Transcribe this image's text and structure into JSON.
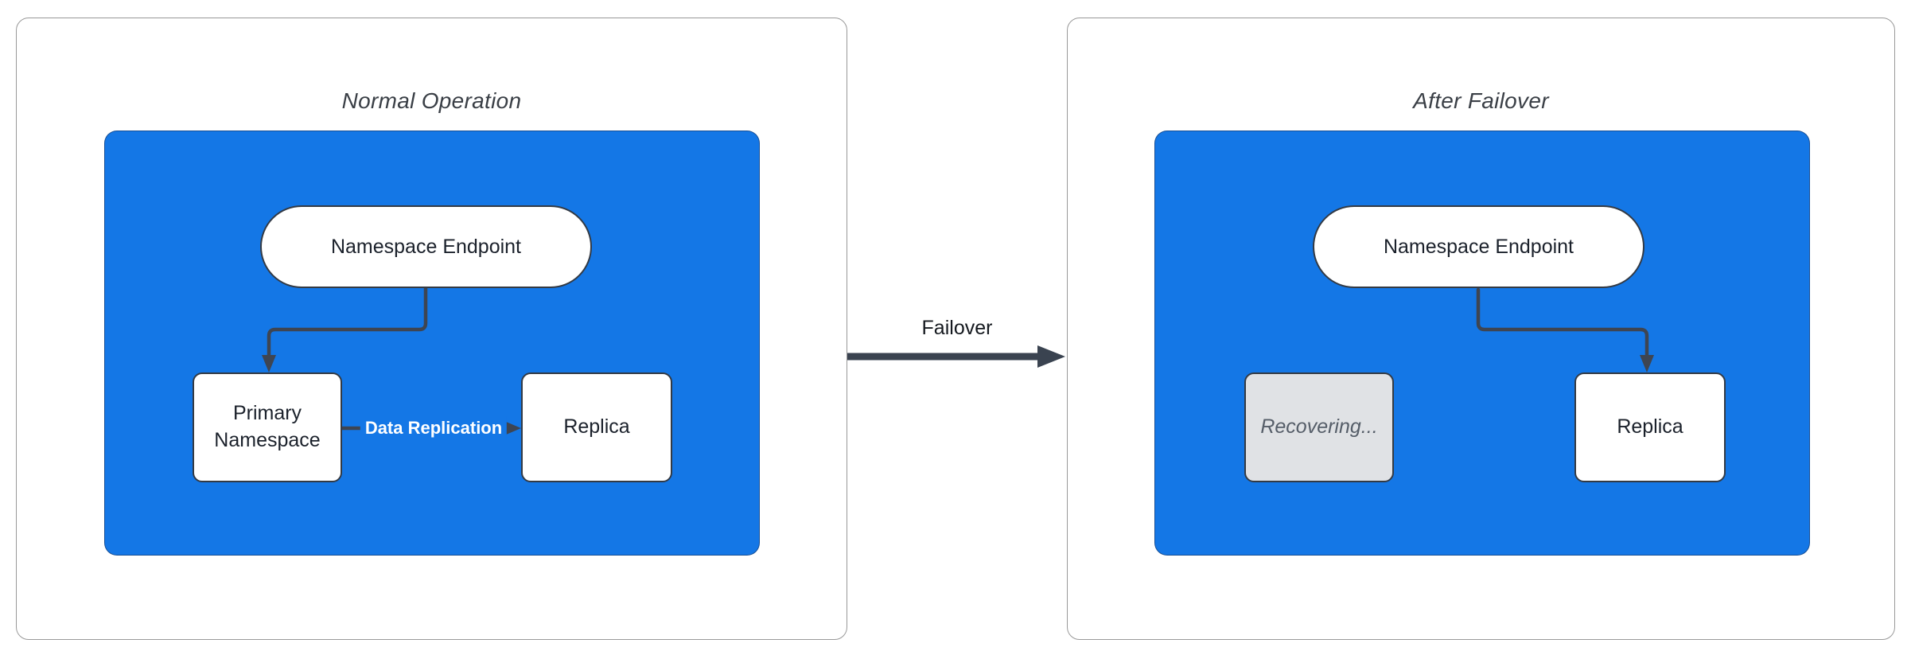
{
  "left_panel": {
    "title": "Normal Operation",
    "endpoint_label": "Namespace Endpoint",
    "primary_label": "Primary Namespace",
    "replica_label": "Replica",
    "replication_edge_label": "Data Replication"
  },
  "connector": {
    "label": "Failover"
  },
  "right_panel": {
    "title": "After Failover",
    "endpoint_label": "Namespace Endpoint",
    "recovering_label": "Recovering...",
    "replica_label": "Replica"
  },
  "colors": {
    "cluster_blue": "#1477E6",
    "node_border": "#333A44",
    "node_text": "#1B212B",
    "edge": "#3E4552",
    "edge_label_text": "#FFFFFF",
    "connector_arrow": "#3A4350",
    "recovering_fill": "#E0E2E5",
    "recovering_text": "#555D68",
    "panel_border": "#999999",
    "title_text": "#3A3F46"
  }
}
